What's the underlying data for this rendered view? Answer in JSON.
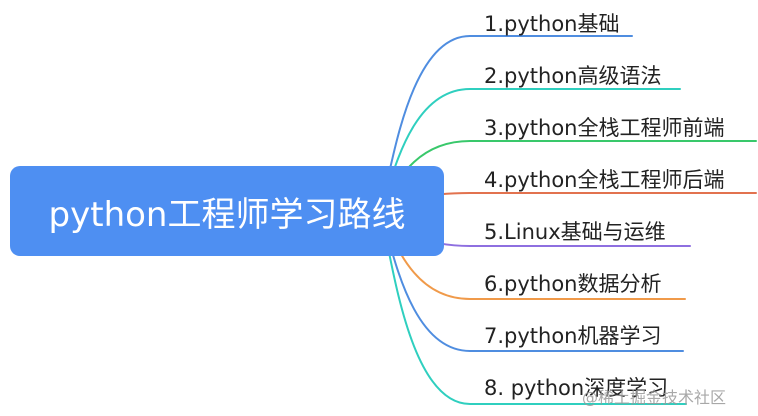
{
  "root": {
    "label": "python工程师学习路线",
    "color": "#4e8ff2"
  },
  "branches": [
    {
      "label": "1.python基础",
      "color": "#4f8de0"
    },
    {
      "label": "2.python高级语法",
      "color": "#2fcfbf"
    },
    {
      "label": "3.python全栈工程师前端",
      "color": "#39c86b"
    },
    {
      "label": "4.python全栈工程师后端",
      "color": "#e2724f"
    },
    {
      "label": "5.Linux基础与运维",
      "color": "#8e6fe0"
    },
    {
      "label": "6.python数据分析",
      "color": "#f09a4a"
    },
    {
      "label": "7.python机器学习",
      "color": "#4f8de0"
    },
    {
      "label": "8. python深度学习",
      "color": "#2fcfbf"
    }
  ],
  "watermark": "@稀土掘金技术社区"
}
